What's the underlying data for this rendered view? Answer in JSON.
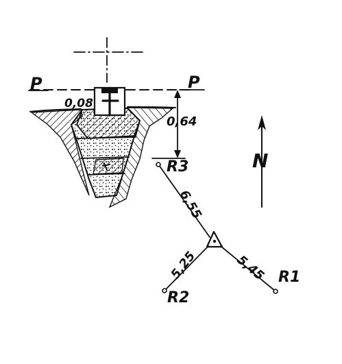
{
  "plane": {
    "left_label": "P",
    "right_label": "P"
  },
  "monument": {
    "top_offset": "0,08",
    "depth": "0,64"
  },
  "reference_points": {
    "r1": "R1",
    "r2": "R2",
    "r3": "R3"
  },
  "distances": {
    "to_r3": "6,55",
    "to_r2": "5,25",
    "to_r1": "5,45"
  },
  "north": {
    "label": "N"
  },
  "colors": {
    "ink": "#111111",
    "paper": "#ffffff"
  }
}
